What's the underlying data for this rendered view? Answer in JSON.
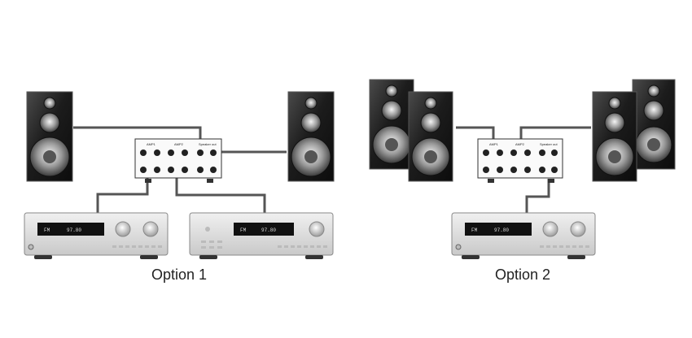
{
  "captions": {
    "option1": "Option 1",
    "option2": "Option 2"
  },
  "amplifier": {
    "display_left": "FM",
    "display_right": "97.80"
  },
  "switch": {
    "label_amp1": "AMP1",
    "label_amp2": "AMP2",
    "label_speaker": "Speaker out"
  },
  "colors": {
    "cable": "#555555",
    "speaker_body": "#1e1e1e",
    "amp_body": "#d9d9d9",
    "background": "#ffffff"
  }
}
